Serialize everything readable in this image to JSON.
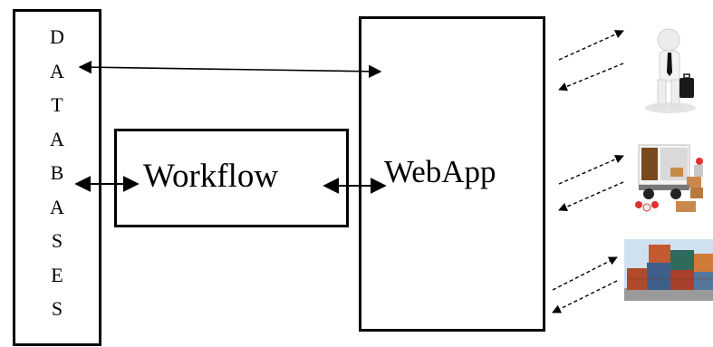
{
  "databases": {
    "letters": [
      "D",
      "A",
      "T",
      "A",
      "B",
      "A",
      "S",
      "E",
      "S"
    ]
  },
  "workflow": {
    "label": "Workflow"
  },
  "webapp": {
    "label": "WebApp"
  },
  "actors": [
    {
      "name": "person-icon"
    },
    {
      "name": "delivery-truck-icon"
    },
    {
      "name": "shipping-containers-icon"
    }
  ],
  "colors": {
    "stroke": "#000000",
    "background": "#ffffff"
  }
}
